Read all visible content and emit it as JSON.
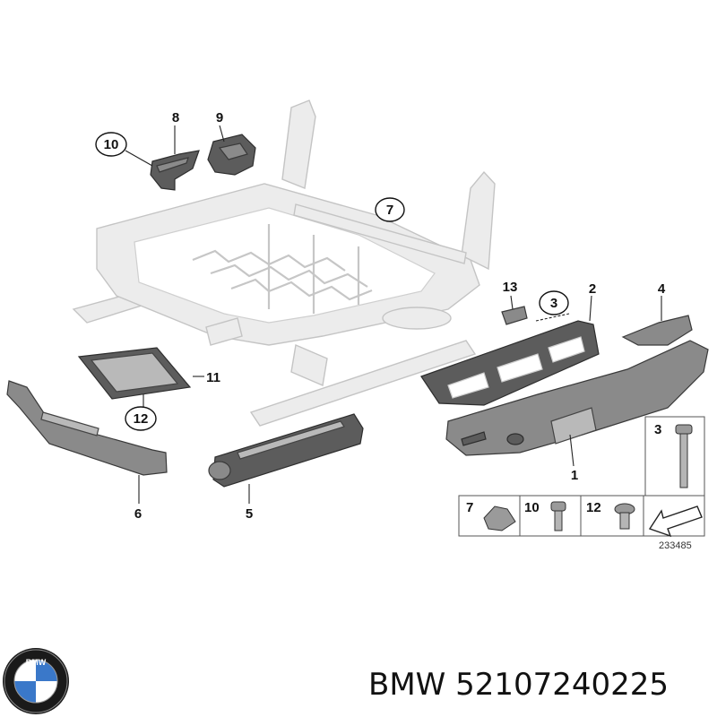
{
  "diagram": {
    "callouts": [
      {
        "id": "c1",
        "label": "1"
      },
      {
        "id": "c2",
        "label": "2"
      },
      {
        "id": "c3",
        "label": "3"
      },
      {
        "id": "c4",
        "label": "4"
      },
      {
        "id": "c5",
        "label": "5"
      },
      {
        "id": "c6",
        "label": "6"
      },
      {
        "id": "c7",
        "label": "7"
      },
      {
        "id": "c8",
        "label": "8"
      },
      {
        "id": "c9",
        "label": "9"
      },
      {
        "id": "c10",
        "label": "10"
      },
      {
        "id": "c11",
        "label": "11"
      },
      {
        "id": "c12",
        "label": "12"
      },
      {
        "id": "c13",
        "label": "13"
      }
    ],
    "legend_boxes": [
      {
        "id": "b3",
        "label": "3"
      },
      {
        "id": "b7",
        "label": "7"
      },
      {
        "id": "b10",
        "label": "10"
      },
      {
        "id": "b12",
        "label": "12"
      }
    ],
    "reference_number": "233485"
  },
  "brand": {
    "logo_letters": "BMW",
    "caption": "BMW 52107240225"
  },
  "colors": {
    "frame_fill": "#ececec",
    "frame_stroke": "#c4c4c4",
    "part_dark": "#5c5c5c",
    "logo_blue": "#3a78c9",
    "logo_ring": "#1a1a1a"
  }
}
